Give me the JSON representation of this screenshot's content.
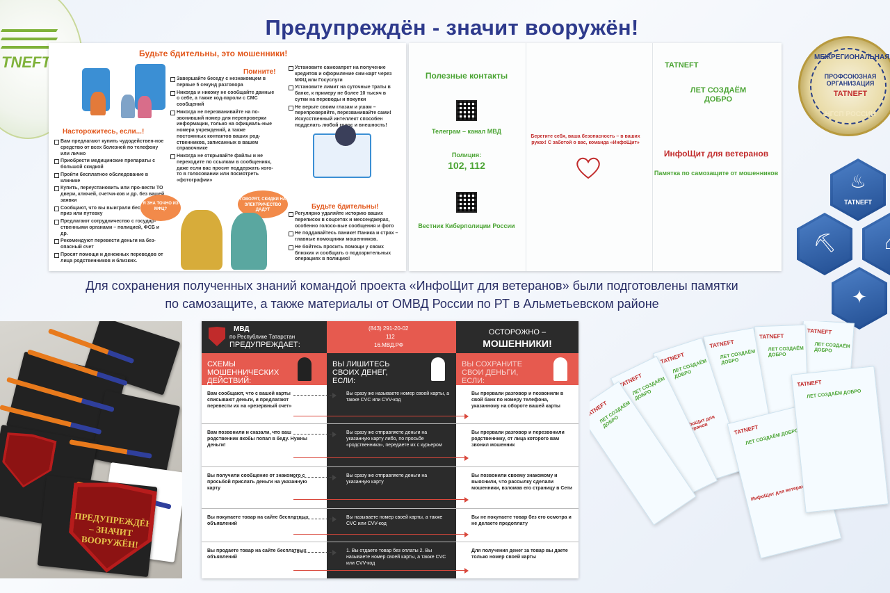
{
  "header": {
    "title": "Предупреждён - значит вооружён!",
    "logo_left_text": "TNEFT"
  },
  "seal": {
    "top_text": "МЕЖРЕГИОНАЛЬНАЯ",
    "mid_text": "ПРОФСОЮЗНАЯ ОРГАНИЗАЦИЯ",
    "brand": "TATNEFT",
    "bottom_text": "НГСП РОССИИ"
  },
  "leaflet_fraud": {
    "heading": "Будьте бдительны, это мошенники!",
    "remember_heading": "Помните!",
    "remember_items": [
      "Завершайте беседу с незнакомцем в первые 5 секунд разговора",
      "Никогда и никому не сообщайте данные о себе, а также код-пароли с СМС сообщений",
      "Никогда не перезванивайте на по-звонивший номер для перепроверки информации, только на официаль-ные номера учреждений, а также постоянных контактов ваших род-ственников, записанных в вашем справочнике",
      "Никогда не открывайте файлы и не переходите по ссылкам в сообщениях, даже если вас просит поддержать кого-то в голосовании или посмотреть «фотографии»"
    ],
    "caution_heading": "Насторожитесь, если...!",
    "caution_items": [
      "Вам предлагают купить чудодействен-ное средство от всех болезней по телефону или лично",
      "Приобрести медицинские препараты с большой скидкой",
      "Пройти бесплатное обследование в клинике",
      "Купить, переустановить или про-вести ТО двери, ключей, счетчи-ков и др. без вашей заявки",
      "Сообщают, что вы выиграли бесплатный приз или путевку",
      "Предлагают сотрудничество с государ-ственными органами – полицией, ФСБ и др.",
      "Рекомендуют перевести деньги на без-опасный счет",
      "Просят помощи и денежных переводов от лица родственников и близких."
    ],
    "top_right_items": [
      "Установите самозапрет на получение кредитов и оформление сим-карт через МФЦ или Госуслуги",
      "Установите лимит на суточные траты в банке, к примеру не более 10 тысяч в сутки на переводы и покупки",
      "Не верьте своим глазам и ушам – перепроверяйте, перезванивайте сами! Искусственный интеллект способен подделать любой голос и внешность!"
    ],
    "vigilant_heading": "Будьте бдительны!",
    "vigilant_items": [
      "Регулярно удаляйте историю ваших переписок в соцсетях и мессенджерах, особенно голосо-вые сообщения и фото",
      "Не поддавайтесь панике! Паника и страх – главные помощники мошенников.",
      "Не бойтесь просить помощи у своих близких и сообщать о подозрительных операциях в полицию!"
    ],
    "bubble_left": "Я ЗНА ТОЧНО ИЗ МФЦ?",
    "bubble_right": "ГОВОРЯТ, СКИДКИ НА ЭЛЕКТРИЧЕСТВО ДАДУТ"
  },
  "leaflet_contacts": {
    "contacts_title": "Полезные контакты",
    "telegram_label": "Телеграм – канал МВД",
    "police_label": "Полиция:",
    "police_numbers": "102, 112",
    "cyber_label": "Вестник Киберполиции России",
    "care_text": "Берегите себя, ваша безопасность – в ваших руках! С заботой о вас, команда «ИнфоЩит»",
    "brand": "TATNEFT",
    "years_text": "ЛЕТ СОЗДАЁМ ДОБРО",
    "infoshield_title": "ИнфоЩит для ветеранов",
    "memo_subtitle": "Памятка по самозащите от мошенников"
  },
  "caption": {
    "line1": "Для сохранения полученных знаний командой проекта «ИнфоЩит для ветеранов» были подготовлены памятки",
    "line2": "по самозащите, а также материалы от ОМВД России по РТ в Альметьевском районе"
  },
  "hexagons": [
    {
      "label": "TATNEFT",
      "icon": "flame-icon"
    },
    {
      "label": "",
      "icon": "oil-pump-icon"
    },
    {
      "label": "",
      "icon": "factory-icon"
    },
    {
      "label": "",
      "icon": "handshake-icon"
    }
  ],
  "photo_left": {
    "shield_text": "ПРЕДУПРЕЖДЁН – ЗНАЧИТ ВООРУЖЁН!"
  },
  "mvd": {
    "org": "МВД",
    "region": "по Республике Татарстан",
    "warns": "ПРЕДУПРЕЖДАЕТ:",
    "phone": "(843) 291-20-02",
    "emergency": "112",
    "site": "16.МВД.РФ",
    "caution1": "ОСТОРОЖНО –",
    "caution2": "МОШЕННИКИ!",
    "col_headers": [
      "СХЕМЫ МОШЕННИЧЕСКИХ ДЕЙСТВИЙ:",
      "ВЫ ЛИШИТЕСЬ СВОИХ ДЕНЕГ, ЕСЛИ:",
      "ВЫ СОХРАНИТЕ СВОИ ДЕНЬГИ, ЕСЛИ:"
    ],
    "rows": [
      {
        "scheme": "Вам сообщают, что с вашей карты списывают деньги, и предлагают перевести их на «резервный счет»",
        "lose": "Вы сразу же называете номер своей карты, а также CVC или CVV-код",
        "save": "Вы прервали разговор и позвонили в свой банк по номеру телефона, указанному на обороте вашей карты"
      },
      {
        "scheme": "Вам позвонили и сказали, что ваш родственник якобы попал в беду. Нужны деньги!",
        "lose": "Вы сразу же отправляете деньги на указанную карту либо, по просьбе «родственника», передаете их с курьером",
        "save": "Вы прервали разговор и перезвонили родственнику, от лица которого вам звонил мошенник"
      },
      {
        "scheme": "Вы получили сообщение от знакомого с просьбой прислать деньги на указанную карту",
        "lose": "Вы сразу же отправляете деньги на указанную карту",
        "save": "Вы позвонили своему знакомому и выяснили, что рассылку сделали мошенники, взломав его страницу в Сети"
      },
      {
        "scheme": "Вы покупаете товар на сайте бесплатных объявлений",
        "lose": "Вы называете номер своей карты, а также CVC или CVV-код",
        "save": "Вы не покупаете товар без его осмотра и не делаете предоплату"
      },
      {
        "scheme": "Вы продаете товар на сайте бесплатных объявлений",
        "lose": "1. Вы отдаете товар без оплаты 2. Вы называете номер своей карты, а также CVC или CVV-код",
        "save": "Для получения денег за товар вы даете только номер своей карты"
      }
    ]
  },
  "photo_right": {
    "brand": "TATNEFT",
    "years": "ЛЕТ СОЗДАЁМ ДОБРО",
    "title": "ИнфоЩит для ветеранов"
  },
  "colors": {
    "title": "#2e3a8c",
    "accent_orange": "#e2571b",
    "brand_green": "#4ba434",
    "brand_red": "#c12b2b",
    "mvd_red": "#e65a4f",
    "mvd_dark": "#2b2b2b"
  }
}
